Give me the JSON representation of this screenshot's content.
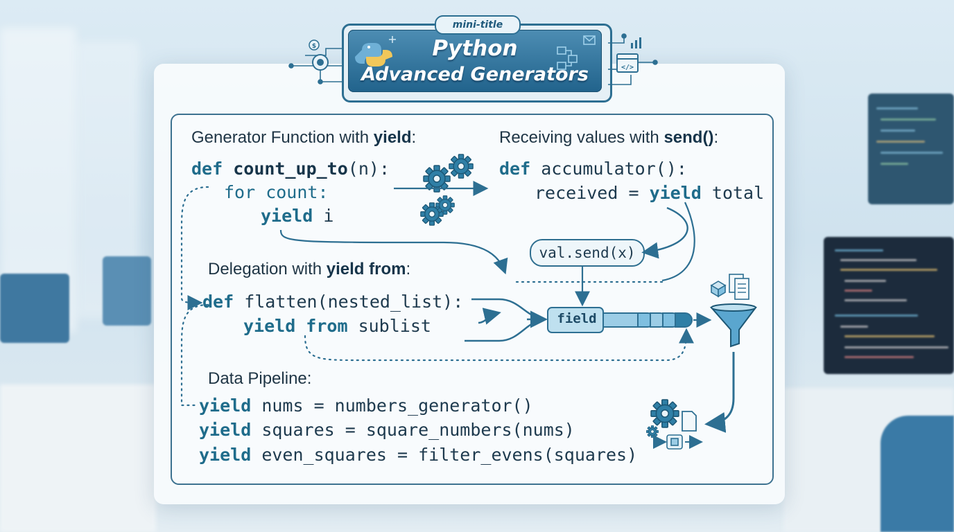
{
  "title": {
    "mini": "mini-title",
    "line1": "Python",
    "line2": "Advanced Generators"
  },
  "sections": {
    "generator": {
      "heading_prefix": "Generator Function with ",
      "heading_bold": "yield",
      "heading_suffix": ":",
      "line1_kw": "def ",
      "line1_fn": "count_up_to",
      "line1_rest": "(n):",
      "line2": "for count:",
      "line3_kw": "yield",
      "line3_rest": " i"
    },
    "send": {
      "heading_prefix": "Receiving values with ",
      "heading_bold": "send()",
      "heading_suffix": ":",
      "line1_kw": "def",
      "line1_rest": " accumulator():",
      "line2_a": "received = ",
      "line2_kw": "yield",
      "line2_rest": " total",
      "pill": "val.send(x)"
    },
    "delegation": {
      "heading_prefix": "Delegation with ",
      "heading_bold": "yield from",
      "heading_suffix": ":",
      "line1_kw": "def",
      "line1_rest": " flatten(nested_list):",
      "line2_kw": "yield from",
      "line2_rest": " sublist",
      "pipe_label": "field"
    },
    "pipeline": {
      "heading": "Data Pipeline:",
      "lines": [
        {
          "kw": "yield",
          "rest": " nums = numbers_generator()"
        },
        {
          "kw": "yield",
          "rest": " squares = square_numbers(nums)"
        },
        {
          "kw": "yield",
          "rest": " even_squares = filter_evens(squares)"
        }
      ]
    }
  },
  "icons": {
    "left": [
      "dollar-icon",
      "target-icon",
      "python-logo-icon"
    ],
    "right": [
      "flow-diagram-icon",
      "mail-icon",
      "bar-chart-icon",
      "code-window-icon"
    ],
    "code_window_glyph": "</>",
    "dollar_glyph": "$"
  },
  "colors": {
    "primary": "#2d6f92",
    "keyword": "#1f6c8b",
    "text": "#1e3a4e",
    "title_bg": "#21638c"
  }
}
